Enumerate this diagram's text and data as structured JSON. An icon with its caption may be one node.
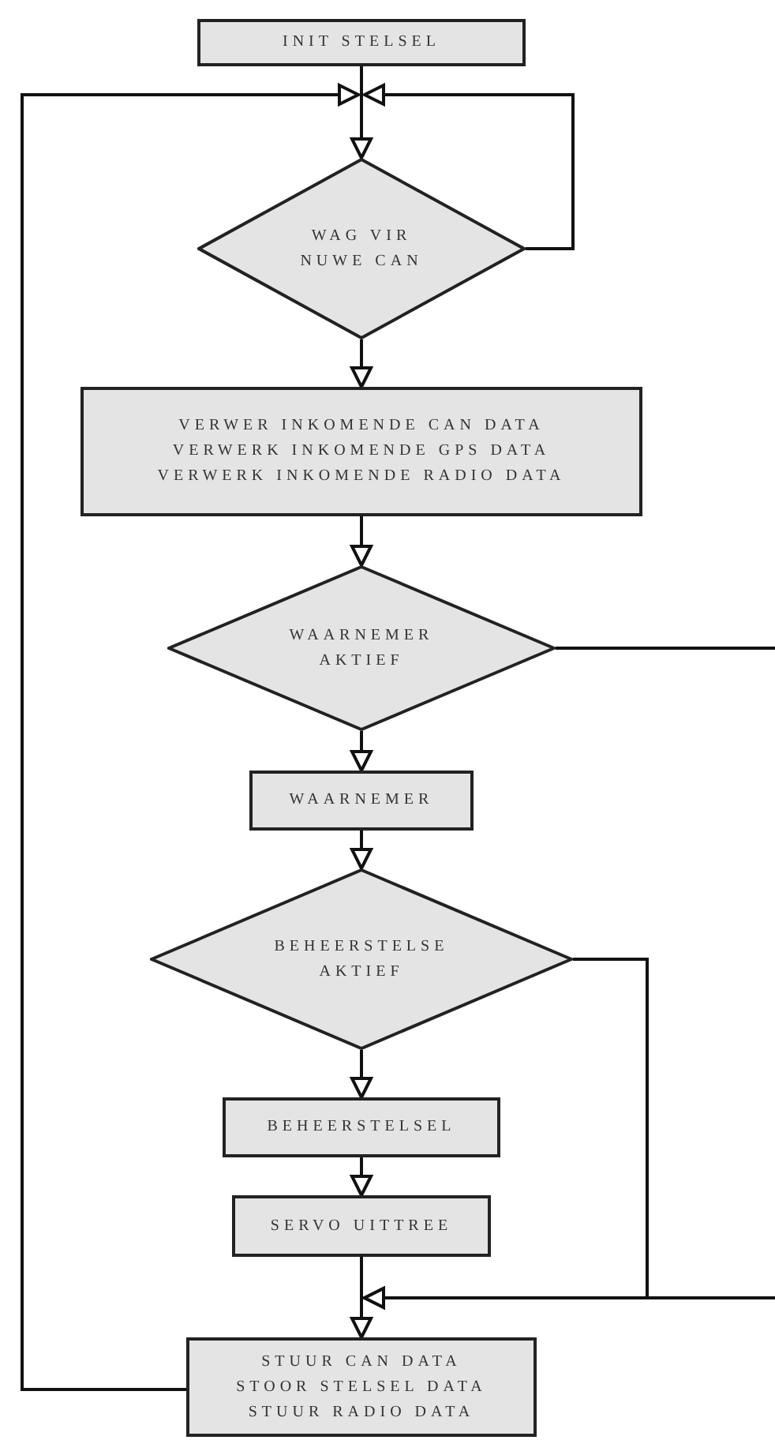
{
  "diagram": {
    "nodes": [
      {
        "text": [
          "INIT STELSEL"
        ]
      },
      {
        "text": [
          "WAG VIR NUWE CAN"
        ]
      },
      {
        "text": [
          "VERWER INKOMENDE CAN DATA",
          "VERWERK INKOMENDE GPS DATA",
          "VERWERK INKOMENDE RADIO DATA"
        ]
      },
      {
        "text": [
          "WAARNEMER AKTIEF"
        ]
      },
      {
        "text": [
          "WAARNEMER"
        ]
      },
      {
        "text": [
          "BEHEERSTELSE AKTIEF"
        ]
      },
      {
        "text": [
          "BEHEERSTELSEL"
        ]
      },
      {
        "text": [
          "SERVO UITTREE"
        ]
      },
      {
        "text": [
          "STUUR CAN DATA",
          "STOOR STELSEL DATA",
          "STUUR RADIO DATA"
        ]
      }
    ],
    "edges": [
      {
        "from": 0,
        "to": 1,
        "arrow": "to"
      },
      {
        "from": 1,
        "to": 1,
        "arrow": "to"
      },
      {
        "from": 1,
        "to": 2,
        "arrow": "to"
      },
      {
        "from": 2,
        "to": 3,
        "arrow": "to"
      },
      {
        "from": 3,
        "to": 4,
        "arrow": "to"
      },
      {
        "from": 3,
        "to": 8,
        "arrow": "to"
      },
      {
        "from": 4,
        "to": 5,
        "arrow": "to"
      },
      {
        "from": 5,
        "to": 6,
        "arrow": "to"
      },
      {
        "from": 5,
        "to": 8,
        "arrow": "to"
      },
      {
        "from": 6,
        "to": 7,
        "arrow": "to"
      },
      {
        "from": 7,
        "to": 8,
        "arrow": "to"
      },
      {
        "from": 8,
        "to": 1,
        "arrow": "to"
      }
    ]
  }
}
